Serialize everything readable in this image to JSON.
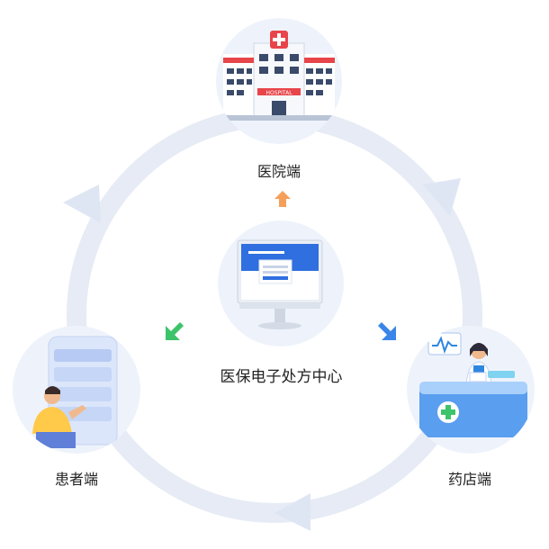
{
  "center": {
    "label": "医保电子处方中心"
  },
  "nodes": {
    "hospital": {
      "label": "医院端",
      "sign": "HOSPITAL"
    },
    "patient": {
      "label": "患者端"
    },
    "pharmacy": {
      "label": "药店端"
    }
  },
  "colors": {
    "ring": "#e6ebf5",
    "node_bg": "#eef3fb",
    "arrow_up": "#f5a05a",
    "arrow_left": "#3cc46a",
    "arrow_right": "#3a86e8",
    "brand_blue": "#2f6fe0",
    "hospital_red": "#e8454a"
  },
  "icons": {
    "hospital": "hospital-building-icon",
    "center": "monitor-icon",
    "patient": "smartphone-user-icon",
    "pharmacy": "pharmacist-counter-icon"
  }
}
